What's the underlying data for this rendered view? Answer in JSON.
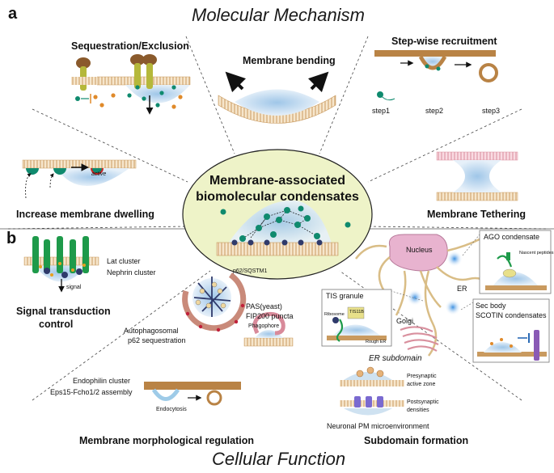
{
  "titles": {
    "panel_a": "a",
    "panel_b": "b",
    "top": "Molecular Mechanism",
    "bottom": "Cellular Function",
    "center_line1": "Membrane-associated",
    "center_line2": "biomolecular condensates"
  },
  "mechanisms": {
    "sequestration": "Sequestration/Exclusion",
    "bending": "Membrane bending",
    "stepwise": "Step-wise recruitment",
    "step1": "step1",
    "step2": "step2",
    "step3": "step3",
    "dwelling": "Increase membrane dwelling",
    "dwelling_active": "active",
    "tethering": "Membrane Tethering"
  },
  "functions": {
    "lat_cluster": "Lat cluster",
    "nephrin_cluster": "Nephrin cluster",
    "signal": "signal",
    "signal_title_1": "Signal transduction",
    "signal_title_2": "control",
    "p62_label": "p62/SQSTM1",
    "autophago_1": "Autophagosomal",
    "autophago_2": "p62 sequestration",
    "pas_1": "PAS(yeast)",
    "pas_2": "FIP200 puncta",
    "phagophore": "Phagophore",
    "endophilin": "Endophilin cluster",
    "eps15": "Eps15-Fcho1/2 assembly",
    "endocytosis": "Endocytosis",
    "morph_title": "Membrane morphological regulation",
    "nucleus": "Nucleus",
    "er": "ER",
    "golgi": "Golgi",
    "ago": "AGO condensate",
    "nascent": "Nascent peptides",
    "tis": "TIS granule",
    "tis11b": "TIS11B",
    "ribosome": "Ribosome",
    "rough_er": "Rough ER",
    "sec_body": "Sec body",
    "scotin": "SCOTIN condensates",
    "er_subdomain": "ER subdomain",
    "presyn_1": "Presynaptic",
    "presyn_2": "active zone",
    "postsyn_1": "Postsynaptic",
    "postsyn_2": "densities",
    "neuronal": "Neuronal PM microenvironment",
    "subdomain_title": "Subdomain formation"
  },
  "colors": {
    "membrane_tan": "#d9b88a",
    "membrane_brown": "#a9743e",
    "condensate_blue": "#cfe2f1",
    "teal_dot": "#0f8a6e",
    "orange_dot": "#e08a2a",
    "navy": "#2f3a6b",
    "green_protein": "#1e9a4a",
    "center_fill": "#eef3c8",
    "nucleus_pink": "#e8b3cf",
    "golgi_pink": "#e3a8b8"
  }
}
